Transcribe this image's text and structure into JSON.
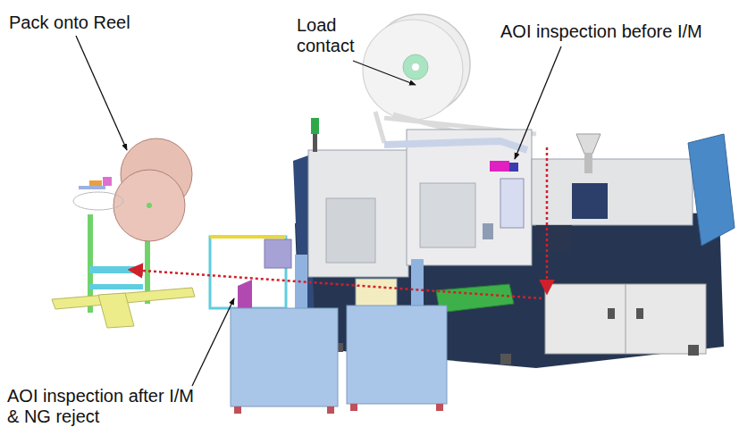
{
  "diagram": {
    "labels": [
      "Pack onto Reel",
      "Load contact",
      "AOI inspection before I/M",
      "AOI inspection after I/M & NG reject"
    ]
  }
}
